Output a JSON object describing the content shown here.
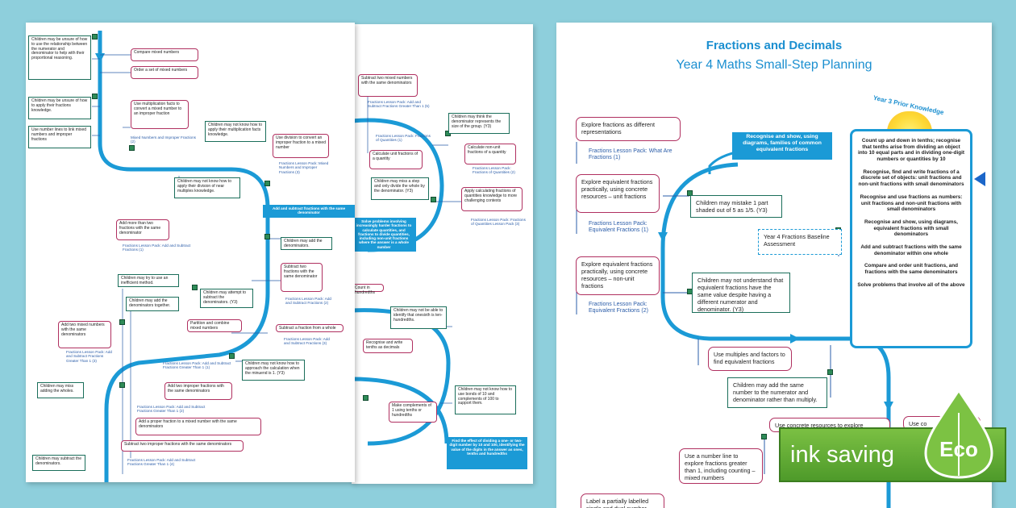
{
  "left_sheet": {
    "items": [
      {
        "text": "Children may be unsure of how to use the relationship between the numerator and denominator to help with their proportional reasoning."
      },
      {
        "text": "Compare mixed numbers"
      },
      {
        "text": "Order a set of mixed numbers"
      },
      {
        "text": "Children may be unsure of how to apply their fractions knowledge."
      },
      {
        "text": "Use number lines to link mixed numbers and improper fractions"
      },
      {
        "text": "Use multiplication facts to convert a mixed number to an improper fraction"
      },
      {
        "text": "Mixed Numbers and Improper Fractions (2)"
      },
      {
        "text": "Children may not know how to apply their multiplication facts knowledge."
      },
      {
        "text": "Use division to convert an improper fraction to a mixed number"
      },
      {
        "text": "Fractions Lesson Pack: Mixed Numbers and Improper Fractions (3)"
      },
      {
        "text": "Children may not know how to apply their division of near multiples knowledge."
      },
      {
        "text": "Add and subtract fractions with the same denominator"
      },
      {
        "text": "Add more than two fractions with the same denominator"
      },
      {
        "text": "Fractions Lesson Pack: Add and Subtract Fractions (1)"
      },
      {
        "text": "Children may add the denominators."
      },
      {
        "text": "Subtract two fractions with the same denominator"
      },
      {
        "text": "Fractions Lesson Pack: Add and Subtract Fractions (2)"
      },
      {
        "text": "Children may try to use an inefficient method."
      },
      {
        "text": "Children may add the denominators together."
      },
      {
        "text": "Children may attempt to subtract the denominators. (Y3)"
      },
      {
        "text": "Partition and combine mixed numbers"
      },
      {
        "text": "Subtract a fraction from a whole"
      },
      {
        "text": "Fractions Lesson Pack: Add and Subtract Fractions (3)"
      },
      {
        "text": "Add two mixed numbers with the same denominators"
      },
      {
        "text": "Fractions Lesson Pack: Add and Subtract Fractions Greater Than 1 (3)"
      },
      {
        "text": "Fractions Lesson Pack: Add and Subtract Fractions Greater Than 1 (1)"
      },
      {
        "text": "Children may not know how to approach the calculation when the minuend is 1. (Y3)"
      },
      {
        "text": "Children may miss adding the wholes."
      },
      {
        "text": "Add two improper fractions with the same denominators"
      },
      {
        "text": "Fractions Lesson Pack: Add and Subtract Fractions Greater Than 1 (2)"
      },
      {
        "text": "Add a proper fraction to a mixed number with the same denominators"
      },
      {
        "text": "Subtract two improper fractions with the same denominators"
      },
      {
        "text": "Children may subtract the denominators."
      },
      {
        "text": "Fractions Lesson Pack: Add and Subtract Fractions Greater Than 1 (4)"
      }
    ]
  },
  "mid_sheet": {
    "items": [
      {
        "text": "Subtract two mixed numbers with the same denominators"
      },
      {
        "text": "Fractions Lesson Pack: Add and Subtract Fractions Greater Than 1 (5)"
      },
      {
        "text": "Children may think the denominator represents the size of the group. (Y3)"
      },
      {
        "text": "Fractions Lesson Pack: Fractions of Quantities (1)"
      },
      {
        "text": "Calculate non-unit fractions of a quantity"
      },
      {
        "text": "Calculate unit fractions of a quantity"
      },
      {
        "text": "Fractions Lesson Pack: Fractions of Quantities (2)"
      },
      {
        "text": "Children may miss a step and only divide the whole by the denominator. (Y3)"
      },
      {
        "text": "Apply calculating fractions of quantities knowledge to more challenging contexts"
      },
      {
        "text": "Fractions Lesson Pack: Fractions of Quantities Lesson Pack (3)"
      },
      {
        "text": "Solve problems involving increasingly harder fractions to calculate quantities, and fractions to divide quantities, including non-unit fractions where the answer is a whole number"
      },
      {
        "text": "Count in hundredths"
      },
      {
        "text": "Children may not be able to identify that onesixth is ten-hundredths."
      },
      {
        "text": "Recognise and write tenths as decimals"
      },
      {
        "text": "Make complements of 1 using tenths or hundredths"
      },
      {
        "text": "Children may not know how to use bonds of 10 and complements of 100 to support them."
      },
      {
        "text": "Find the effect of dividing a one- or two-digit number by 10 and 100, identifying the value of the digits in the answer as ones, tenths and hundredths"
      }
    ]
  },
  "right_sheet": {
    "title": "Fractions and Decimals",
    "subtitle": "Year 4 Maths Small-Step Planning",
    "banner": "Recognise and show, using diagrams, families of common equivalent fractions",
    "prior_title": "Year 3 Prior Knowledge",
    "prior_items": [
      "Count up and down in tenths; recognise that tenths arise from dividing an object into 10 equal parts and in dividing one-digit numbers or quantities by 10",
      "Recognise, find and write fractions of a discrete set of objects: unit fractions and non-unit fractions with small denominators",
      "Recognise and use fractions as numbers: unit fractions and non-unit fractions with small denominators",
      "Recognise and show, using diagrams, equivalent fractions with small denominators",
      "Add and subtract fractions with the same denominator within one whole",
      "Compare and order unit fractions, and fractions with the same denominators",
      "Solve problems that involve all of the above"
    ],
    "boxes": {
      "explore1": "Explore fractions as different representations",
      "lesson1": "Fractions Lesson Pack: What Are Fractions (1)",
      "explore2": "Explore equivalent fractions practically, using concrete resources – unit fractions",
      "lesson2": "Fractions Lesson Pack: Equivalent Fractions (1)",
      "mistake": "Children may mistake 1 part shaded out of 5 as 1/5. (Y3)",
      "baseline": "Year 4 Fractions Baseline Assessment",
      "explore3": "Explore equivalent fractions practically, using concrete resources – non-unit fractions",
      "lesson3": "Fractions Lesson Pack: Equivalent Fractions (2)",
      "not_understand": "Children may not understand that equivalent fractions have the same value despite having a different numerator and denominator. (Y3)",
      "multiples": "Use multiples and factors to find equivalent fractions",
      "add_same": "Children may add the same number to the numerator and denominator rather than multiply.",
      "concrete": "Use concrete resources to explore",
      "number_line": "Use a number line to explore fractions greater than 1, including counting – mixed numbers",
      "label": "Label a partially labelled single and dual number",
      "use_co": "Use co"
    }
  },
  "eco_badge": {
    "text": "ink saving",
    "word": "Eco"
  },
  "colors": {
    "path_blue": "#1b9ad6",
    "pink_border": "#b03060",
    "green_marker": "#2e8b57",
    "lesson_blue": "#2a5ca8",
    "background": "#8ecfdc",
    "eco_green": "#6ab23a"
  }
}
